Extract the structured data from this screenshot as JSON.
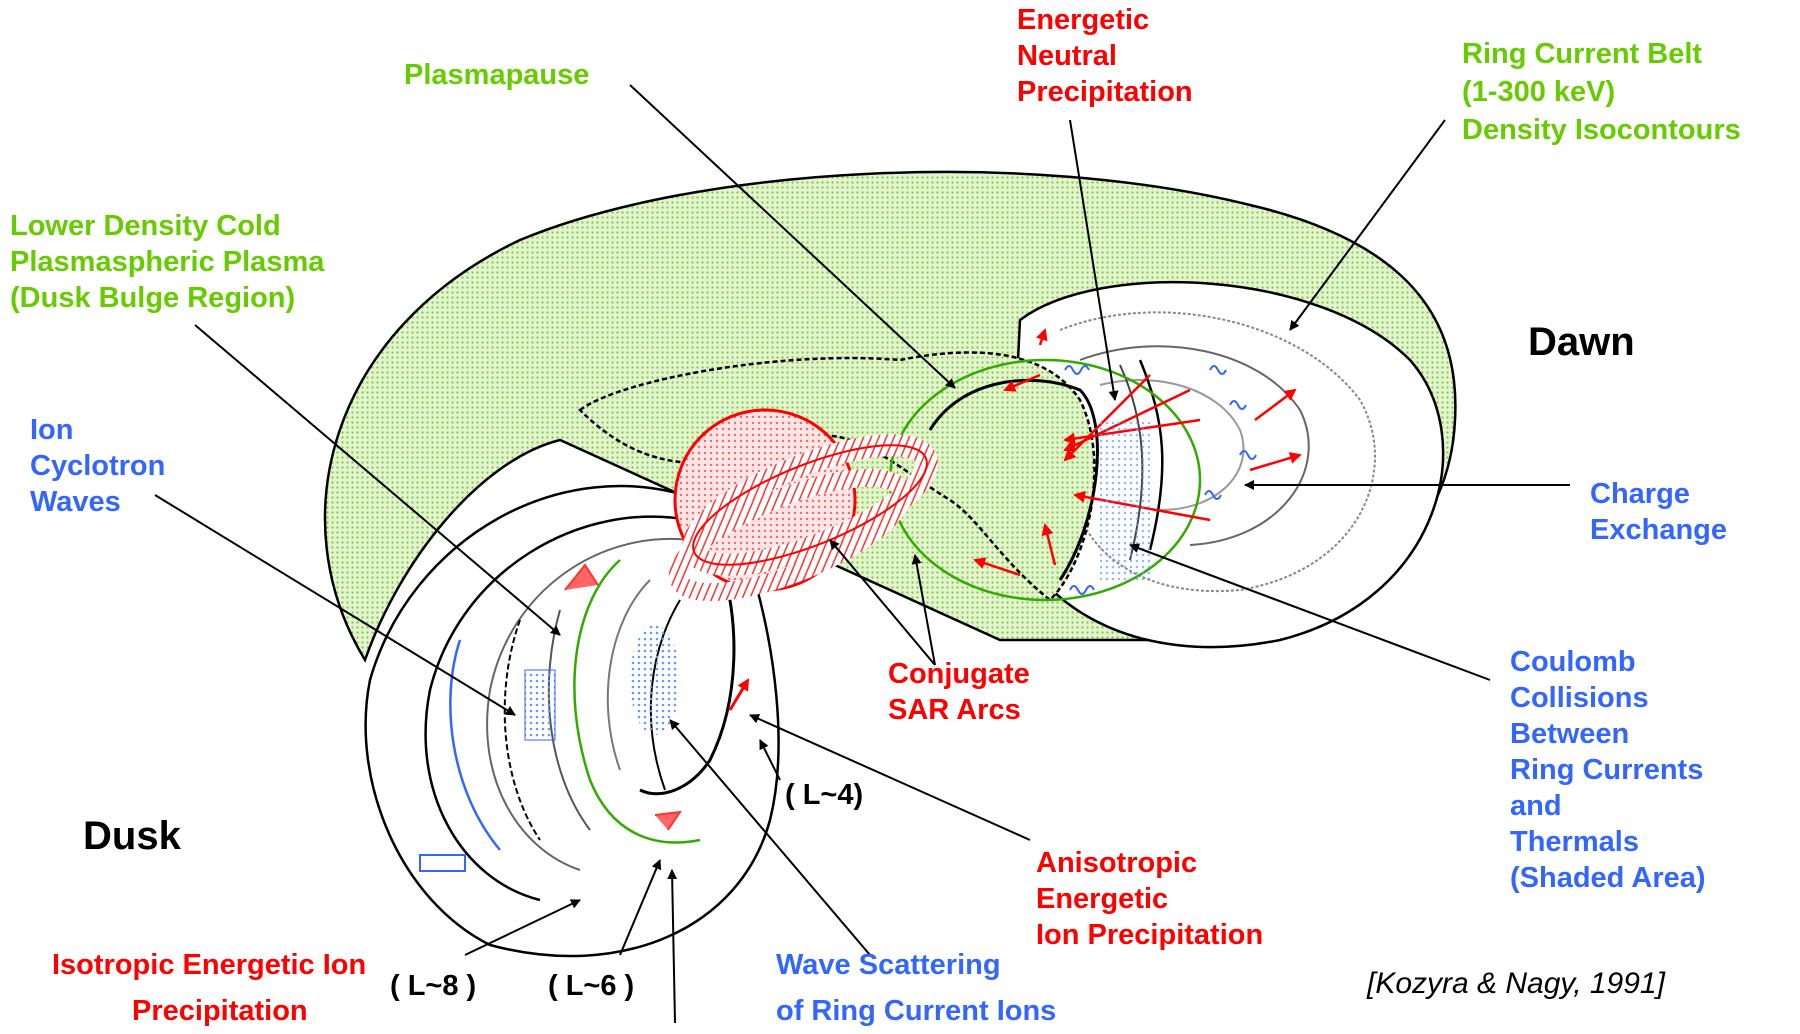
{
  "labels": {
    "plasmapause": "Plasmapause",
    "energetic_neutral": [
      "Energetic",
      "Neutral",
      "Precipitation"
    ],
    "ring_current": [
      "Ring Current Belt",
      "(1-300 keV)",
      "Density Isocontours"
    ],
    "lower_density": [
      "Lower Density Cold",
      "Plasmaspheric Plasma",
      "(Dusk Bulge Region)"
    ],
    "ion_cyclotron": [
      "Ion",
      "Cyclotron",
      "Waves"
    ],
    "dawn": "Dawn",
    "dusk": "Dusk",
    "charge_exchange": [
      "Charge",
      "Exchange"
    ],
    "coulomb": [
      "Coulomb",
      "Collisions",
      "Between",
      "Ring Currents",
      "and",
      "Thermals",
      "(Shaded Area)"
    ],
    "conjugate_sar": [
      "Conjugate",
      "SAR Arcs"
    ],
    "l4": "( L~4)",
    "l6": "( L~6 )",
    "l8": "( L~8 )",
    "anisotropic": [
      "Anisotropic",
      "Energetic",
      "Ion Precipitation"
    ],
    "isotropic": [
      "Isotropic Energetic Ion",
      "Precipitation"
    ],
    "wave_scattering": [
      "Wave Scattering",
      "of Ring Current Ions"
    ],
    "citation": "[Kozyra & Nagy, 1991]"
  },
  "colors": {
    "green_text": "#66cc00",
    "red_text": "#ff0000",
    "blue_text": "#3366ff",
    "plasmasphere_fill": "#c8e6a0",
    "sar_arc": "#ff3333"
  }
}
